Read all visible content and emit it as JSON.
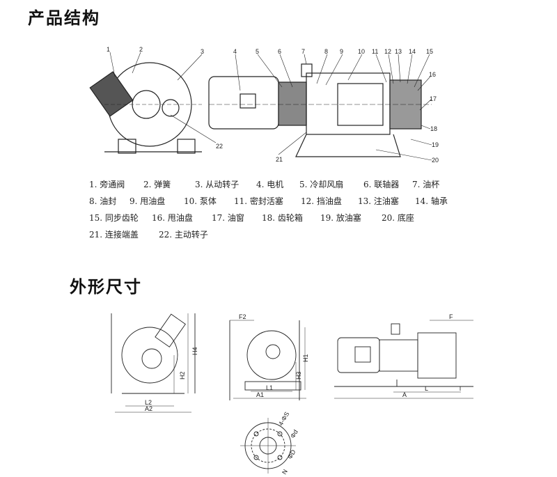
{
  "sections": {
    "structure_title": "产品结构",
    "dimensions_title": "外形尺寸"
  },
  "callouts": [
    "1",
    "2",
    "3",
    "4",
    "5",
    "6",
    "7",
    "8",
    "9",
    "10",
    "11",
    "12",
    "13",
    "14",
    "15",
    "16",
    "17",
    "18",
    "19",
    "20",
    "21",
    "22"
  ],
  "legend": [
    [
      "1. 旁通阀",
      "2. 弹簧",
      "3. 从动转子",
      "4. 电机",
      "5. 冷却风扇",
      "6. 联轴器",
      "7. 油杯"
    ],
    [
      "8. 油封",
      "9. 甩油盘",
      "10. 泵体",
      "11. 密封活塞",
      "12. 挡油盘",
      "13. 注油塞",
      "14. 轴承"
    ],
    [
      "15. 同步齿轮",
      "16. 甩油盘",
      "17. 油窗",
      "18. 齿轮箱",
      "19. 放油塞",
      "20. 底座"
    ],
    [
      "21. 连接端盖",
      "22. 主动转子"
    ]
  ],
  "dims": {
    "H4": "H4",
    "H2": "H2",
    "L2": "L2",
    "A2": "A2",
    "F2": "F2",
    "H1": "H1",
    "H3": "H3",
    "L1": "L1",
    "A1": "A1",
    "F": "F",
    "L": "L",
    "A": "A",
    "l": "l",
    "S": "4-ΦS",
    "d": "Φd",
    "D": "ΦD",
    "N": "N"
  }
}
